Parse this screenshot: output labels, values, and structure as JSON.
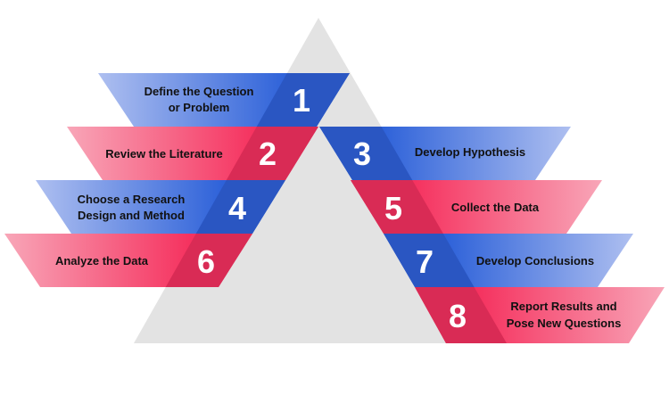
{
  "title": "Scientific research process steps",
  "colors": {
    "triangle": "#e3e3e3",
    "blue_dark": "#2e62d9",
    "blue_light": "#aebff0",
    "pink_dark": "#f5325f",
    "pink_light": "#f8a6b8",
    "overlap_shade": "#000000"
  },
  "steps": [
    {
      "number": "1",
      "line1": "Define the Question",
      "line2": "or Problem",
      "color": "blue"
    },
    {
      "number": "2",
      "line1": "Review the Literature",
      "line2": "",
      "color": "pink"
    },
    {
      "number": "3",
      "line1": "Develop Hypothesis",
      "line2": "",
      "color": "blue"
    },
    {
      "number": "4",
      "line1": "Choose a Research",
      "line2": "Design and Method",
      "color": "blue"
    },
    {
      "number": "5",
      "line1": "Collect the Data",
      "line2": "",
      "color": "pink"
    },
    {
      "number": "6",
      "line1": "Analyze the Data",
      "line2": "",
      "color": "pink"
    },
    {
      "number": "7",
      "line1": "Develop Conclusions",
      "line2": "",
      "color": "blue"
    },
    {
      "number": "8",
      "line1": "Report Results and",
      "line2": "Pose New Questions",
      "color": "pink"
    }
  ]
}
